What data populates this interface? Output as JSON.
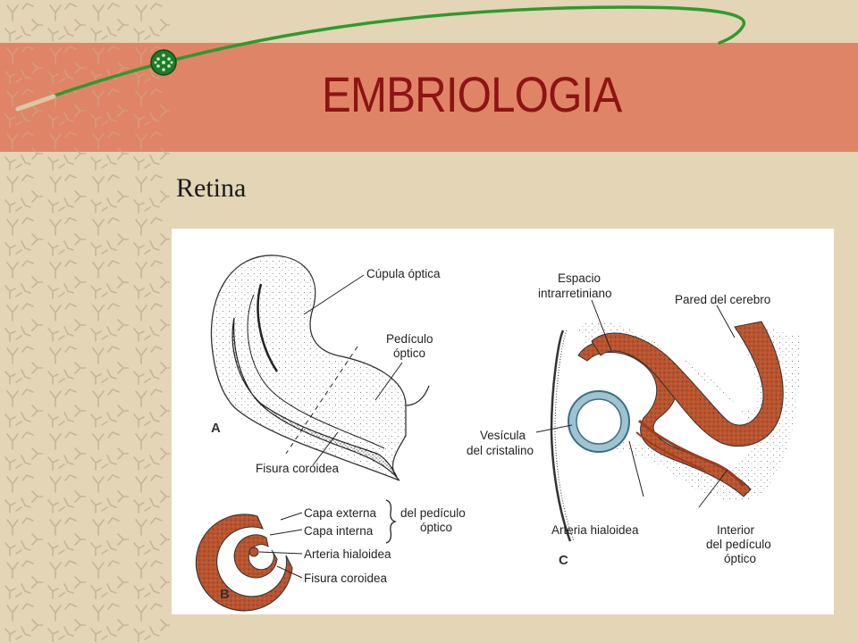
{
  "slide": {
    "title": "EMBRIOLOGIA",
    "subtitle": "Retina"
  },
  "colors": {
    "background": "#e3d5b5",
    "banner": "#e08467",
    "title": "#8c1414",
    "swoosh": "#2e9a2e",
    "tissue": "#b8542f",
    "lens": "#9fc3cf"
  },
  "icons": {
    "swoosh_knob": "green-dotted-ball-icon"
  },
  "figure": {
    "panel_a": {
      "letter": "A",
      "labels": {
        "cupula": "Cúpula óptica",
        "pediculo_1": "Pedículo",
        "pediculo_2": "óptico",
        "fisura": "Fisura coroidea"
      }
    },
    "panel_b": {
      "letter": "B",
      "labels": {
        "capa_externa": "Capa externa",
        "capa_interna": "Capa interna",
        "del_pediculo_1": "del pedículo",
        "del_pediculo_2": "óptico",
        "arteria": "Arteria hialoidea",
        "fisura": "Fisura coroidea"
      }
    },
    "panel_c": {
      "letter": "C",
      "labels": {
        "espacio_1": "Espacio",
        "espacio_2": "intrarretiniano",
        "pared": "Pared del cerebro",
        "vesicula_1": "Vesícula",
        "vesicula_2": "del cristalino",
        "arteria": "Arteria hialoidea",
        "interior_1": "Interior",
        "interior_2": "del pedículo",
        "interior_3": "óptico"
      }
    }
  }
}
